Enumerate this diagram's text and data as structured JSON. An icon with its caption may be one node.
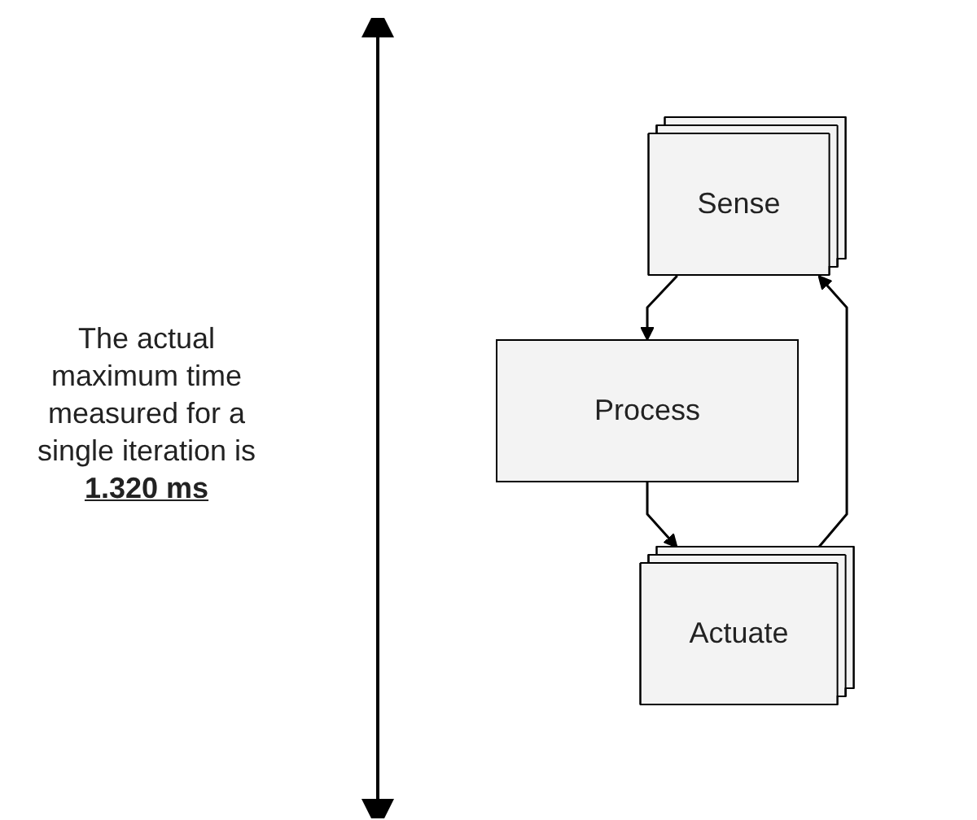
{
  "diagram": {
    "nodes": [
      {
        "text": [
          "Sense"
        ]
      },
      {
        "text": [
          "Process"
        ]
      },
      {
        "text": [
          "Actuate"
        ]
      }
    ],
    "edges": [
      {
        "from": 0,
        "to": 1,
        "arrow": "to"
      },
      {
        "from": 1,
        "to": 2,
        "arrow": "to"
      },
      {
        "from": 2,
        "to": 0,
        "arrow": "to"
      }
    ],
    "labels": [
      "The actual maximum time measured for a single iteration is **1.320 ms**"
    ]
  }
}
